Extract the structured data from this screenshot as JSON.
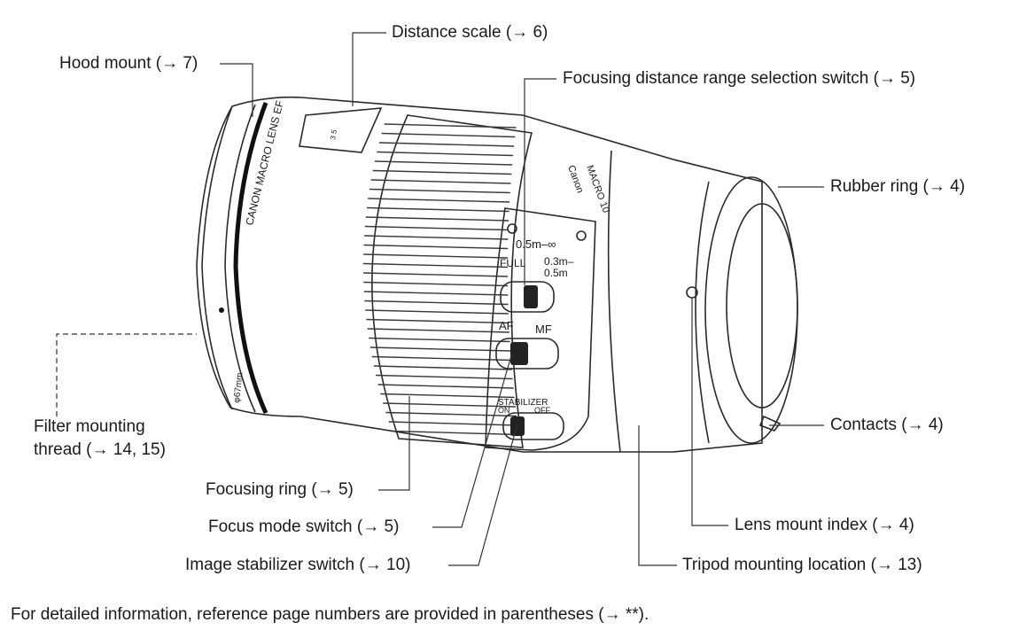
{
  "labels": {
    "distance_scale": "Distance scale (→ 6)",
    "hood_mount": "Hood mount (→ 7)",
    "focus_range_switch": "Focusing distance range selection switch (→ 5)",
    "rubber_ring": "Rubber ring (→ 4)",
    "filter_thread_line1": "Filter mounting",
    "filter_thread_line2": "thread (→ 14, 15)",
    "contacts": "Contacts (→ 4)",
    "focusing_ring": "Focusing ring (→ 5)",
    "focus_mode_switch": "Focus mode switch (→ 5)",
    "lens_mount_index": "Lens mount index (→ 4)",
    "image_stabilizer_switch": "Image stabilizer switch (→ 10)",
    "tripod_location": "Tripod mounting location (→ 13)"
  },
  "footnote": "For detailed information, reference page numbers are provided in parentheses (→ **).",
  "lens_print": {
    "barrel_text": "CANON MACRO LENS EF",
    "filter_size": "φ67mm",
    "brand": "Canon",
    "model": "MACRO 10",
    "range_top": "0.5m–∞",
    "range_full": "FULL",
    "range_near_1": "0.3m–",
    "range_near_2": "0.5m",
    "af": "AF",
    "mf": "MF",
    "stabilizer": "STABILIZER",
    "on": "ON",
    "off": "OFF",
    "scale_digits": "3 5"
  }
}
